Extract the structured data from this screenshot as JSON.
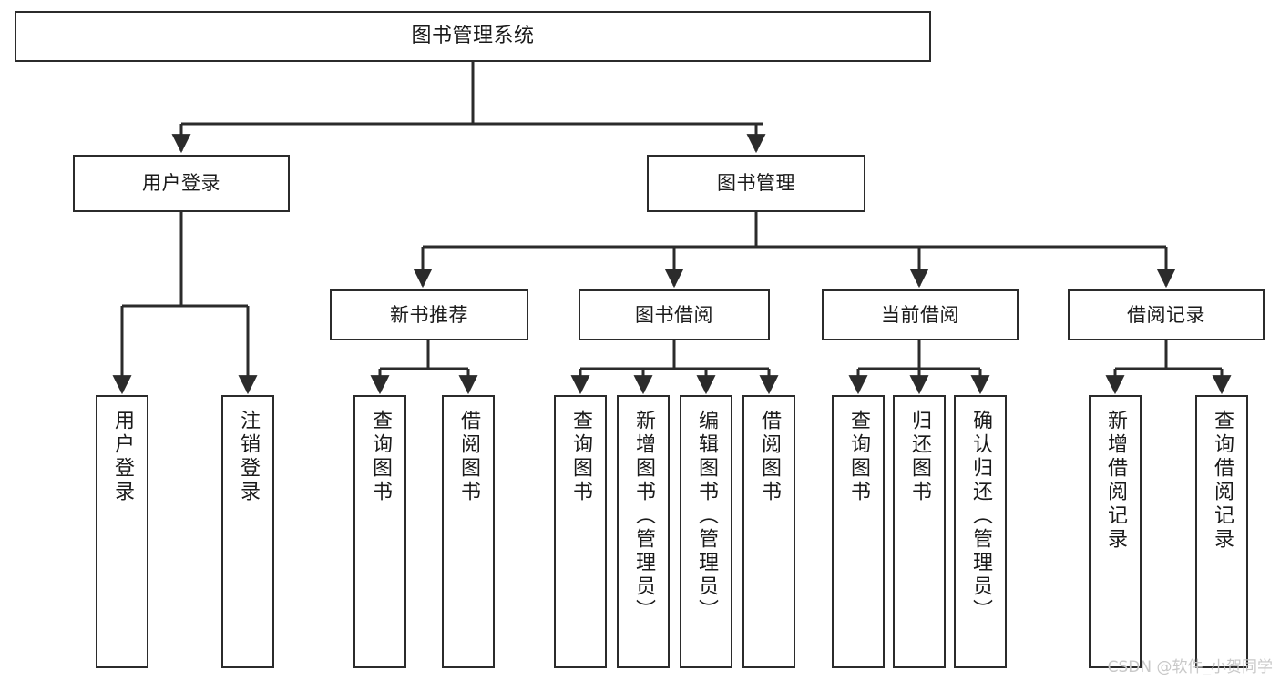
{
  "diagram": {
    "title": "图书管理系统",
    "type": "tree",
    "watermark": "CSDN @软件_小贺同学",
    "colors": {
      "background": "#ffffff",
      "box_border": "#2b2b2b",
      "box_fill": "#ffffff",
      "edge": "#2b2b2b",
      "text": "#1a1a1a",
      "watermark": "#c8c8c8"
    },
    "root": {
      "label": "图书管理系统"
    },
    "level1": [
      {
        "label": "用户登录"
      },
      {
        "label": "图书管理"
      }
    ],
    "level2": [
      {
        "label": "新书推荐",
        "parent": "图书管理"
      },
      {
        "label": "图书借阅",
        "parent": "图书管理"
      },
      {
        "label": "当前借阅",
        "parent": "图书管理"
      },
      {
        "label": "借阅记录",
        "parent": "图书管理"
      }
    ],
    "leaves": {
      "user_login": [
        {
          "label": "用户登录"
        },
        {
          "label": "注销登录"
        }
      ],
      "new_book_recommend": [
        {
          "label": "查询图书"
        },
        {
          "label": "借阅图书"
        }
      ],
      "book_borrow": [
        {
          "label": "查询图书"
        },
        {
          "label": "新增图书（管理员）"
        },
        {
          "label": "编辑图书（管理员）"
        },
        {
          "label": "借阅图书"
        }
      ],
      "current_borrow": [
        {
          "label": "查询图书"
        },
        {
          "label": "归还图书"
        },
        {
          "label": "确认归还（管理员）"
        }
      ],
      "borrow_record": [
        {
          "label": "新增借阅记录"
        },
        {
          "label": "查询借阅记录"
        }
      ]
    }
  }
}
